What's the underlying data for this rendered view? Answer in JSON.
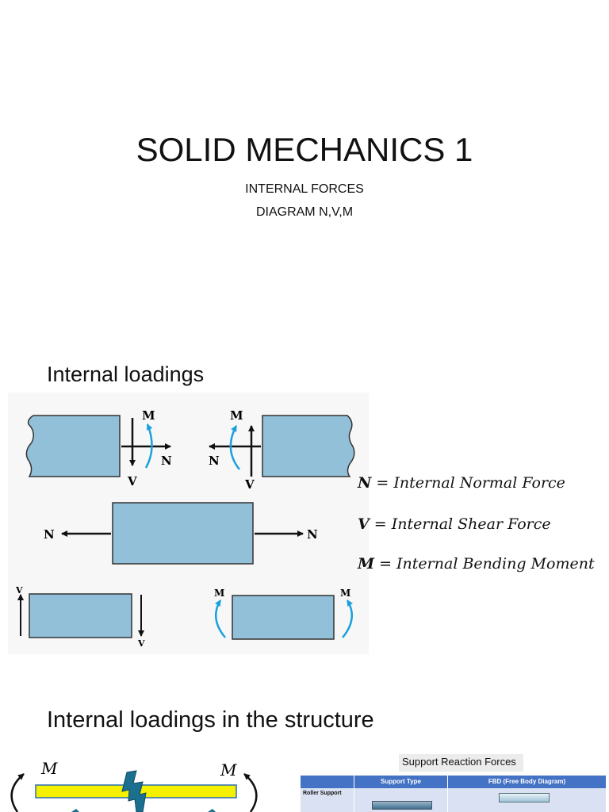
{
  "title": {
    "main": "SOLID MECHANICS 1",
    "line1": "INTERNAL FORCES",
    "line2": "DIAGRAM N,V,M"
  },
  "section1": {
    "heading": "Internal loadings",
    "figure_labels": {
      "n": "N",
      "v": "V",
      "m": "M"
    },
    "equations": [
      {
        "symbol": "N",
        "text": "= Internal Normal Force"
      },
      {
        "symbol": "V",
        "text": "= Internal Shear Force"
      },
      {
        "symbol": "M",
        "text": "= Internal Bending Moment"
      }
    ]
  },
  "section2": {
    "heading": "Internal loadings in the structure",
    "figure_labels": {
      "m": "M"
    },
    "table": {
      "caption": "Support Reaction Forces",
      "headers": [
        "",
        "Support Type",
        "FBD (Free Body Diagram)"
      ],
      "rows": [
        {
          "label": "Roller Support"
        }
      ]
    }
  },
  "colors": {
    "block_fill": "#92c0d9",
    "moment_arrow": "#1aa0dd",
    "beam_fill": "#f5f000",
    "lightning_fill": "#1b6f8f",
    "table_header": "#4472c4",
    "table_row": "#d9e1f2"
  }
}
